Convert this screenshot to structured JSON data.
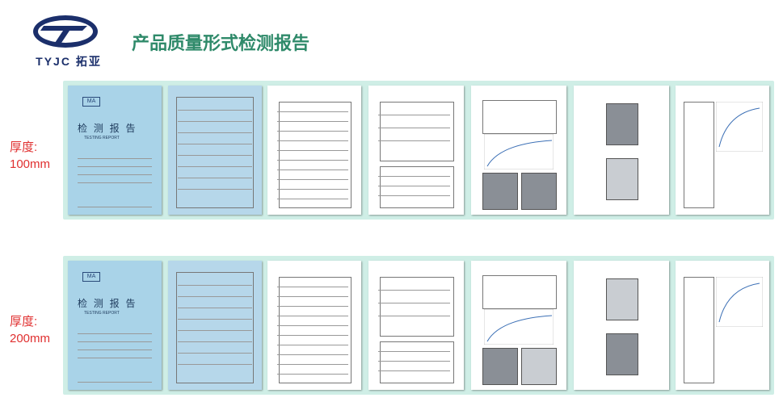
{
  "header": {
    "logo_text": "TYJC 拓亚",
    "title": "产品质量形式检测报告"
  },
  "rows": [
    {
      "label_line1": "厚度:",
      "label_line2": "100mm"
    },
    {
      "label_line1": "厚度:",
      "label_line2": "200mm"
    }
  ],
  "cover": {
    "heading": "检 测 报 告",
    "subheading": "TESTING REPORT",
    "badge": "MA"
  },
  "colors": {
    "title": "#2f8a6a",
    "label": "#e03030",
    "strip": "#cfeee6",
    "logo": "#1b2f6b"
  }
}
